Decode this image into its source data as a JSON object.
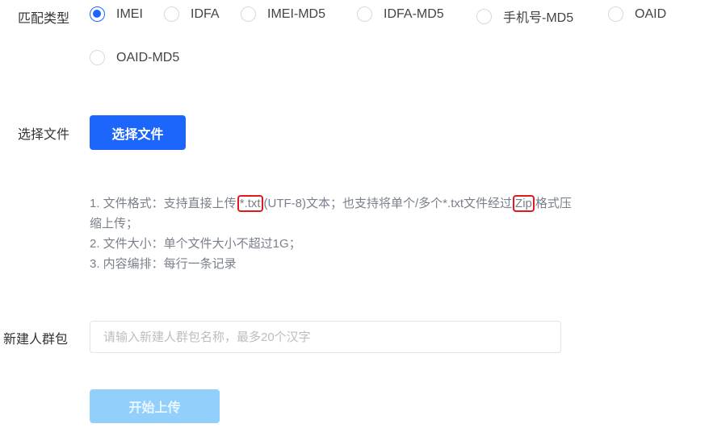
{
  "match_type": {
    "label": "匹配类型",
    "options": [
      {
        "label": "IMEI",
        "checked": true
      },
      {
        "label": "IDFA",
        "checked": false
      },
      {
        "label": "IMEI-MD5",
        "checked": false
      },
      {
        "label": "IDFA-MD5",
        "checked": false
      },
      {
        "label": "手机号-MD5",
        "checked": false
      },
      {
        "label": "OAID",
        "checked": false
      },
      {
        "label": "OAID-MD5",
        "checked": false
      }
    ],
    "accent_color": "#1e64ff"
  },
  "file_select": {
    "label": "选择文件",
    "button_label": "选择文件"
  },
  "hints": {
    "line1_a": "1. 文件格式：支持直接上传",
    "line1_hl1": "*.txt",
    "line1_b": "(UTF-8)文本；也支持将单个/多个*.txt文件经过",
    "line1_hl2": "Zip",
    "line1_c": "格式压",
    "line1_cont": "缩上传；",
    "line2": "2. 文件大小：单个文件大小不超过1G；",
    "line3": "3. 内容编排：每行一条记录",
    "highlight_color": "#e01a1a"
  },
  "new_group": {
    "label": "新建人群包",
    "value": "",
    "placeholder": "请输入新建人群包名称，最多20个汉字"
  },
  "upload": {
    "button_label": "开始上传",
    "disabled": true
  }
}
